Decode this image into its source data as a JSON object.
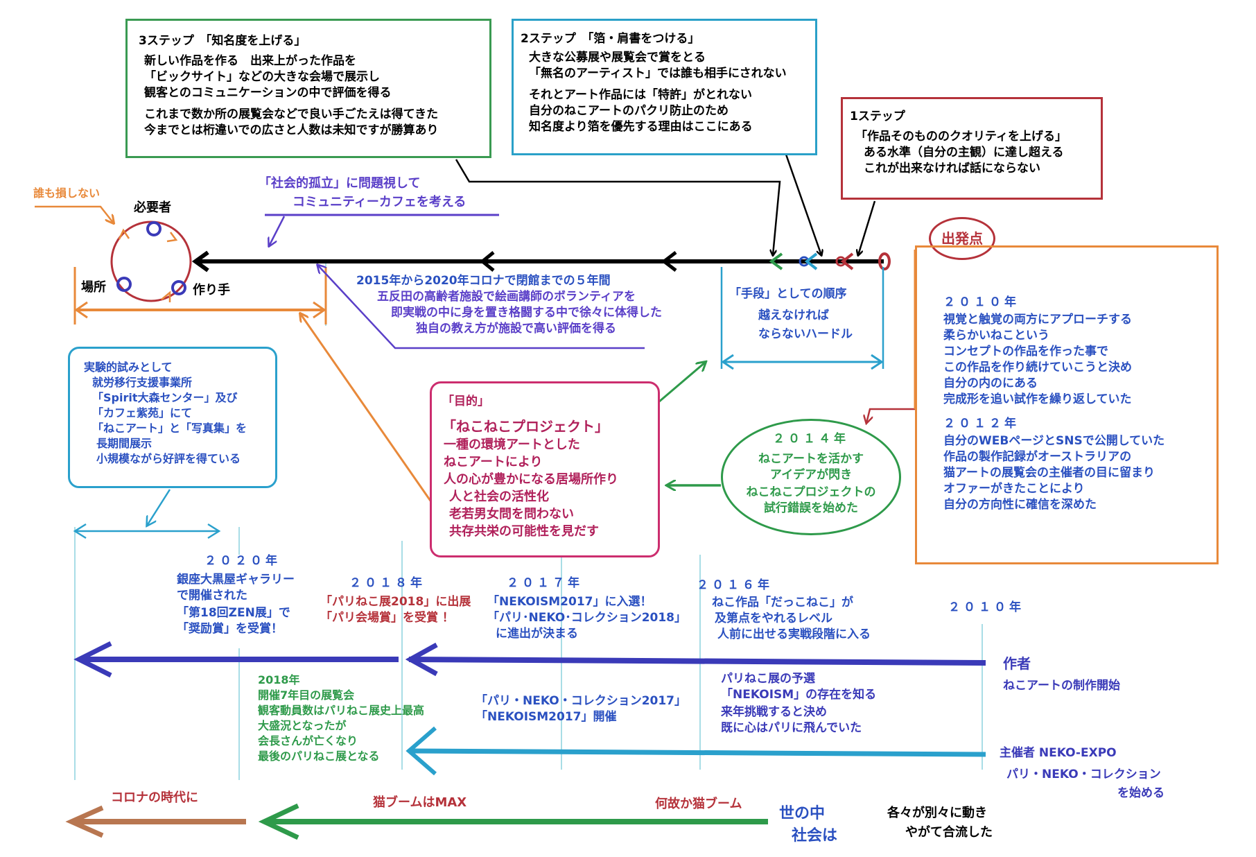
{
  "step3": {
    "title": "3ステップ　「知名度を上げる」",
    "lines": [
      "新しい作品を作る　出来上がった作品を",
      "「ビックサイト」などの大きな会場で展示し",
      "観客とのコミュニケーションの中で評価を得る"
    ],
    "lines2": [
      "これまで数か所の展覧会などで良い手ごたえは得てきた",
      "今までとは桁違いでの広さと人数は未知ですが勝算あり"
    ]
  },
  "step2": {
    "title": "2ステップ　「箔・肩書をつける」",
    "lines": [
      "大きな公募展や展覧会で賞をとる",
      "「無名のアーティスト」では誰も相手にされない"
    ],
    "lines2": [
      "それとアート作品には「特許」がとれない",
      "自分のねこアートのパクリ防止のため",
      "知名度より箔を優先する理由はここにある"
    ]
  },
  "step1": {
    "title": "1ステップ",
    "lines": [
      "「作品そのもののクオリティを上げる」",
      "ある水準（自分の主観）に達し超える",
      "これが出来なければ話にならない"
    ]
  },
  "cycle": {
    "no_loss": "誰も損しない",
    "needer": "必要者",
    "place": "場所",
    "maker": "作り手"
  },
  "isolation": [
    "「社会的孤立」に問題視して",
    "コミュニティーカフェを考える"
  ],
  "gotanda": [
    "2015年から2020年コロナで閉館までの５年間",
    "五反田の高齢者施設で絵画講師のボランティアを",
    "即実戦の中に身を置き格闘する中で徐々に体得した",
    "独自の教え方が施設で高い評価を得る"
  ],
  "hurdle": [
    "「手段」としての順序",
    "越えなければ",
    "ならないハードル"
  ],
  "start": {
    "label": "出発点",
    "year1": "２０１０年",
    "lines1": [
      "視覚と触覚の両方にアプローチする",
      "柔らかいねこという",
      "コンセプトの作品を作った事で",
      "この作品を作り続けていこうと決め",
      "自分の内のにある",
      "完成形を追い試作を繰り返していた"
    ],
    "year2": "２０１２年",
    "lines2": [
      "自分のWEBページとSNSで公開していた",
      "作品の製作記録がオーストラリアの",
      "猫アートの展覧会の主催者の目に留まり",
      "オファーがきたことにより",
      "自分の方向性に確信を深めた"
    ]
  },
  "experiment": [
    "実験的試みとして",
    "就労移行支援事業所",
    "「Spirit大森センター」及び",
    "「カフェ紫苑」にて",
    "「ねこアート」と「写真集」を",
    "長期間展示",
    "小規模ながら好評を得ている"
  ],
  "purpose": {
    "title": "「目的」",
    "lines": [
      "「ねこねこプロジェクト」",
      "一種の環境アートとした",
      "ねこアートにより",
      "人の心が豊かになる居場所作り",
      "人と社会の活性化",
      "老若男女問を問わない",
      "共存共栄の可能性を見だす"
    ]
  },
  "y2014": {
    "year": "２０１４年",
    "lines": [
      "ねこアートを活かす",
      "アイデアが閃き",
      "ねこねこプロジェクトの",
      "試行錯誤を始めた"
    ]
  },
  "timeline": {
    "y2020": {
      "year": "２０２０年",
      "lines": [
        "銀座大黒屋ギャラリー",
        "で開催された",
        "「第18回ZEN展」で",
        "「奨励賞」を受賞！"
      ]
    },
    "y2018": {
      "year": "２０１８年",
      "lines": [
        "「パリねこ展2018」に出展",
        "「パリ会場賞」を受賞 ！"
      ]
    },
    "y2017": {
      "year": "２０１７年",
      "lines": [
        "「NEKOISM2017」に入選！",
        "「パリ･NEKO･コレクション2018」",
        "に進出が決まる"
      ]
    },
    "y2016": {
      "year": "２０１６年",
      "lines": [
        "ねこ作品「だっこねこ」が",
        "及第点をやれるレベル",
        "人前に出せる実戦段階に入る"
      ]
    },
    "y2010": {
      "year": "２０１０年"
    },
    "author": {
      "label": "作者",
      "sub": "ねこアートの制作開始"
    },
    "org_2018": [
      "2018年",
      "開催7年目の展覧会",
      "観客動員数はパリねこ展史上最高",
      "大盛況となったが",
      "会長さんが亡くなり",
      "最後のパリねこ展となる"
    ],
    "org_2017": [
      "「パリ・NEKO・コレクション2017」",
      "「NEKOISM2017」開催"
    ],
    "org_2016": [
      "パリねこ展の予選",
      "「NEKOISM」の存在を知る",
      "来年挑戦すると決め",
      "既に心はパリに飛んでいた"
    ],
    "organizer": {
      "label": "主催者 NEKO-EXPO",
      "sub1": "パリ・NEKO・コレクション",
      "sub2": "を始める"
    },
    "society": {
      "corona": "コロナの時代に",
      "max": "猫ブームはMAX",
      "boom": "何故か猫ブーム",
      "label1": "世の中",
      "label2": "社会は"
    },
    "merge": [
      "各々が別々に動き",
      "やがて合流した"
    ]
  },
  "colors": {
    "green_box": "#3a9a52",
    "blue_box": "#2aa0c8",
    "red_box": "#b5323a",
    "orange": "#e8893a",
    "purple_text": "#5a3fc8",
    "blue_text": "#2a50c0",
    "magenta": "#cc2d6e",
    "crimson_text": "#b0205a",
    "green_text": "#2e9a4a",
    "navy_arrow": "#3a3ab8",
    "cyan_arrow": "#2aa0cc",
    "brown_arrow": "#b87650"
  }
}
